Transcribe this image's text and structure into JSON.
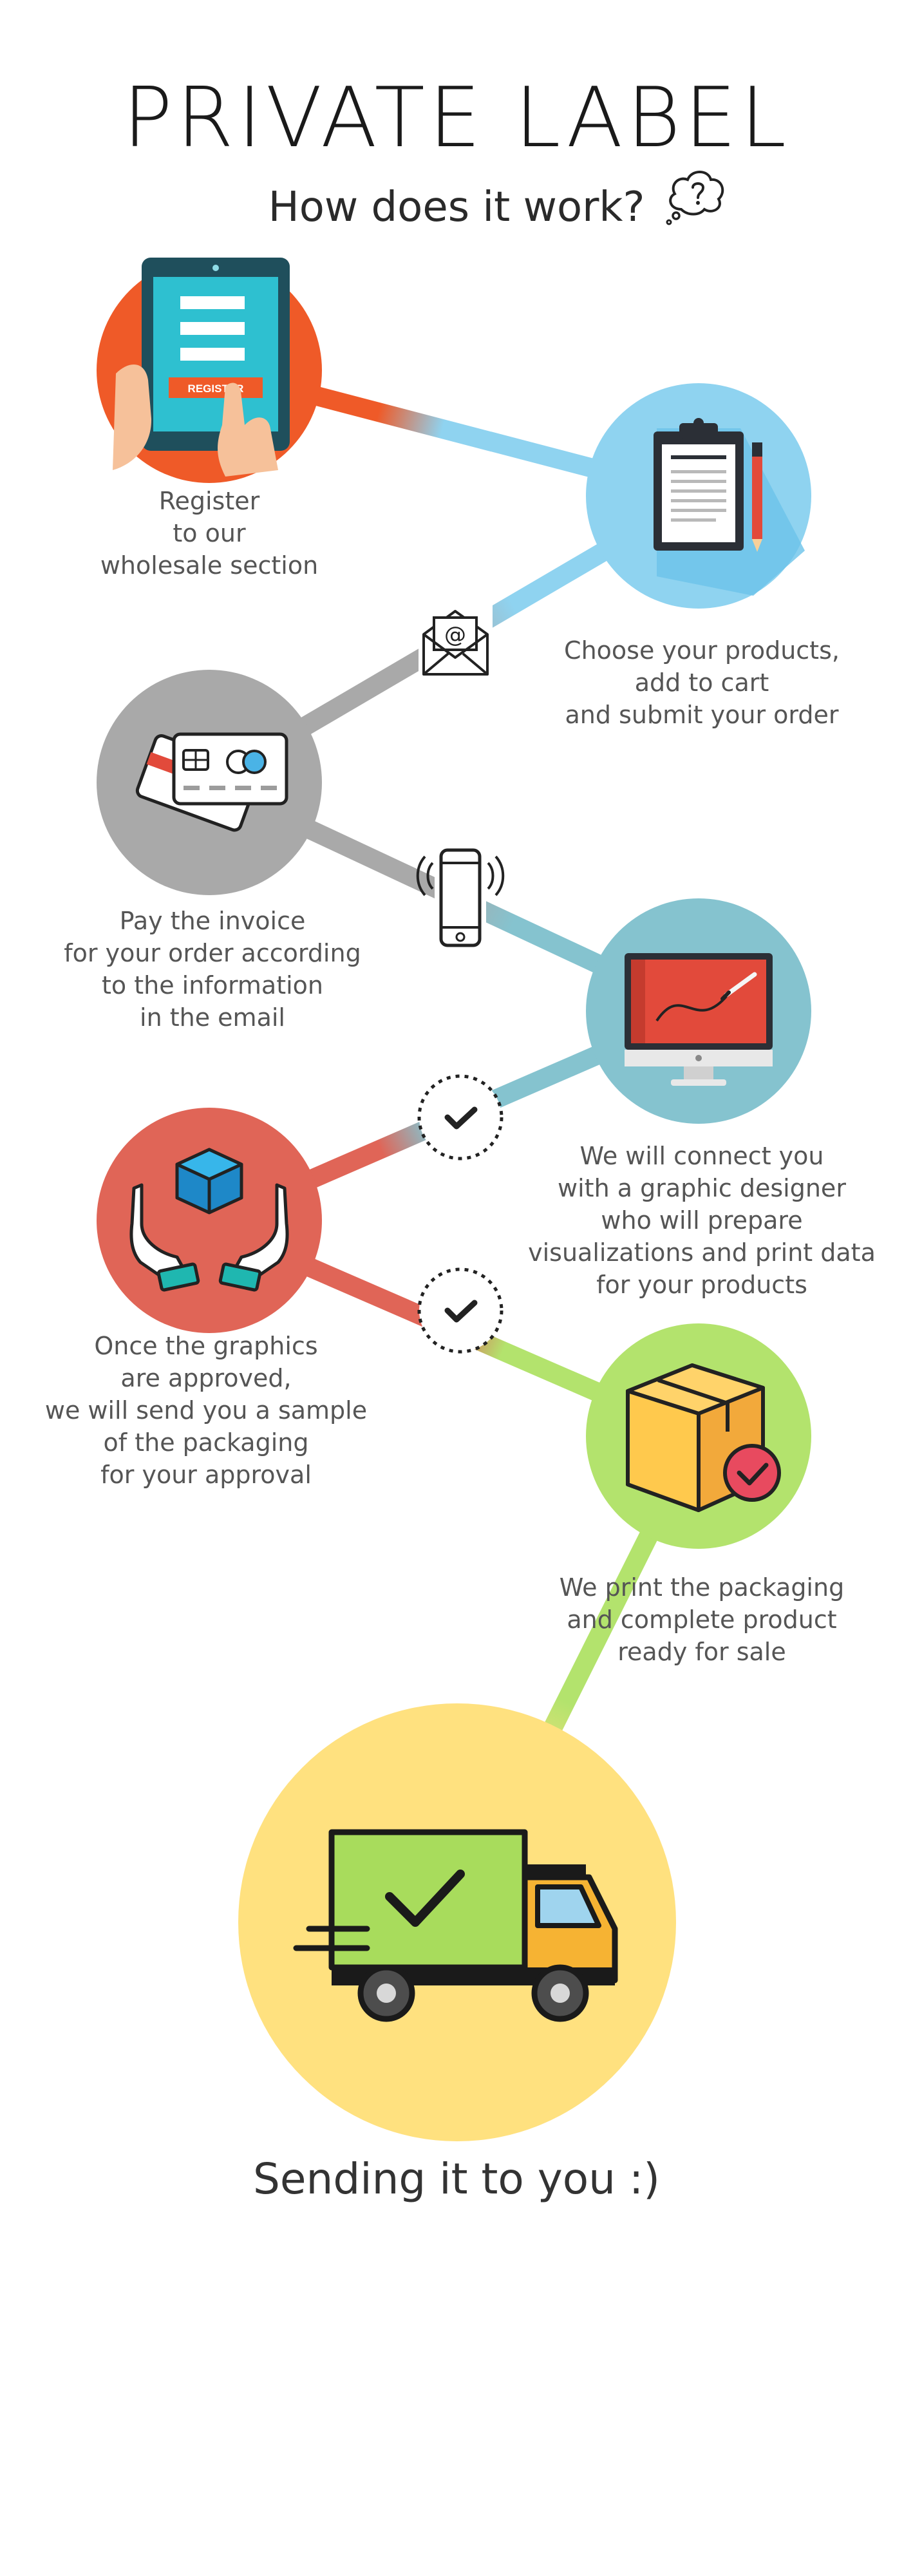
{
  "header": {
    "title": "PRIVATE LABEL",
    "subtitle": "How does it work?",
    "subtitle_icon": "question-thought-bubble-icon"
  },
  "steps": [
    {
      "text": "Register\nto our\nwholesale section",
      "icon": "tablet-register-icon",
      "color": "#ef5a28",
      "button_label": "REGISTER"
    },
    {
      "text": "Choose your products,\nadd to cart\nand submit your order",
      "icon": "clipboard-pencil-icon",
      "color": "#8fd3f0"
    },
    {
      "text": "Pay the invoice\nfor your order according\nto the information\nin the email",
      "icon": "credit-cards-icon",
      "color": "#a9a9a9"
    },
    {
      "text": "We will connect you\nwith a graphic designer\nwho will prepare\nvisualizations and print data\nfor your products",
      "icon": "monitor-design-icon",
      "color": "#85c3cf"
    },
    {
      "text": "Once the graphics\nare approved,\nwe will send you a sample\nof the packaging\nfor your approval",
      "icon": "hands-box-icon",
      "color": "#e06557"
    },
    {
      "text": "We print the packaging\nand complete product\nready for sale",
      "icon": "package-check-icon",
      "color": "#b3e36d"
    },
    {
      "text": "Sending it to you :)",
      "icon": "delivery-truck-icon",
      "color": "#ffe17f"
    }
  ],
  "connector_icons": [
    "email-icon",
    "phone-icon",
    "check-circle-icon",
    "check-circle-icon"
  ]
}
